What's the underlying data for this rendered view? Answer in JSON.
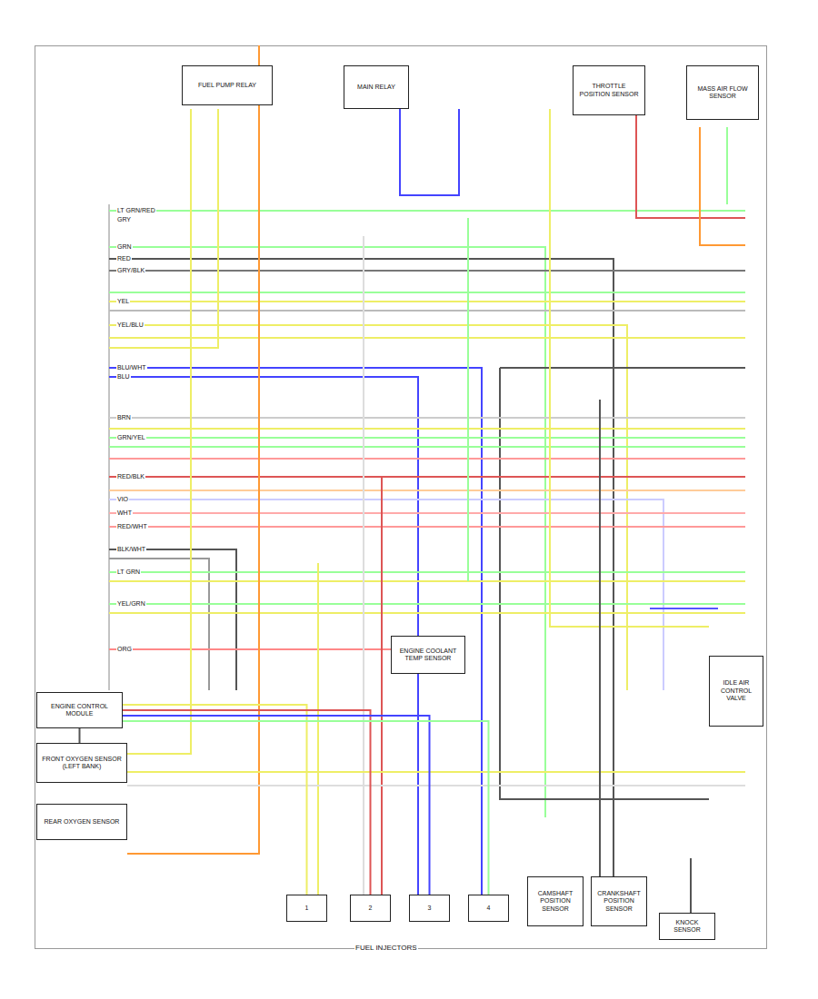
{
  "diagram": {
    "nodes": [
      {
        "text": [
          "ENGINE CONTROL MODULE"
        ]
      },
      {
        "text": [
          "FRONT OXYGEN SENSOR (LEFT BANK)"
        ]
      },
      {
        "text": [
          "REAR OXYGEN SENSOR"
        ]
      },
      {
        "text": [
          "1"
        ]
      },
      {
        "text": [
          "2"
        ]
      },
      {
        "text": [
          "3"
        ]
      },
      {
        "text": [
          "4"
        ]
      },
      {
        "text": [
          "CAMSHAFT POSITION SENSOR"
        ]
      },
      {
        "text": [
          "CRANKSHAFT POSITION SENSOR"
        ]
      },
      {
        "text": [
          "KNOCK SENSOR"
        ]
      },
      {
        "text": [
          "IDLE AIR CONTROL VALVE"
        ]
      },
      {
        "text": [
          "MASS AIR FLOW SENSOR"
        ]
      },
      {
        "text": [
          "FUEL PUMP RELAY"
        ]
      },
      {
        "text": [
          "MAIN RELAY"
        ]
      },
      {
        "text": [
          "THROTTLE POSITION SENSOR"
        ]
      },
      {
        "text": [
          "ENGINE COOLANT TEMP SENSOR"
        ]
      }
    ],
    "edges": [
      {
        "from": 1,
        "to": 0,
        "arrow": "none"
      },
      {
        "from": 0,
        "to": 3,
        "arrow": "none"
      },
      {
        "from": 0,
        "to": 4,
        "arrow": "none"
      },
      {
        "from": 0,
        "to": 5,
        "arrow": "none"
      },
      {
        "from": 0,
        "to": 6,
        "arrow": "none"
      }
    ],
    "labels": [
      "LT GRN/RED",
      "GRY",
      "GRN",
      "RED",
      "GRY/BLK",
      "YEL",
      "YEL/BLU",
      "BLU/WHT",
      "BRN",
      "GRN/YEL",
      "RED/BLK",
      "VIO",
      "BLK/WHT",
      "LT GRN",
      "ORG",
      "FUEL INJECTORS",
      "WHT",
      "BLU",
      "YEL/GRN",
      "RED/WHT"
    ]
  }
}
